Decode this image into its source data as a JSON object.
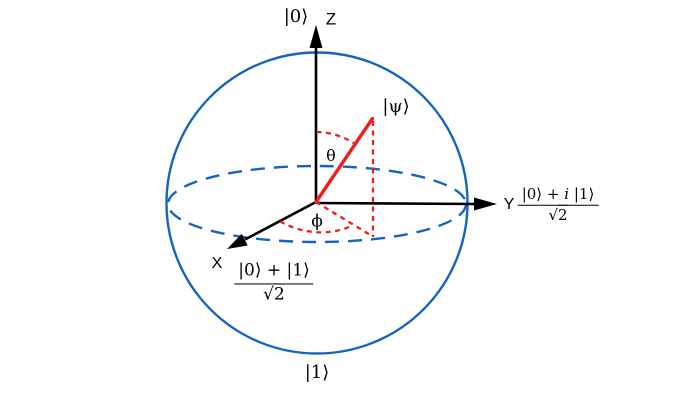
{
  "diagram": {
    "type": "bloch-sphere",
    "colors": {
      "background": "#ffffff",
      "sphere": "#1565c0",
      "vector": "#ed1f1f",
      "axis": "#000000"
    },
    "labels": {
      "ket0": "|0⟩",
      "ket1": "|1⟩",
      "psi": "|ψ⟩",
      "theta": "θ",
      "phi": "ϕ",
      "z_axis": "Z",
      "y_axis": "Y",
      "x_axis": "X",
      "x_state": {
        "num": "|0⟩ + |1⟩",
        "radical": "√",
        "den": "2"
      },
      "y_state": {
        "num_pre": "|0⟩ + ",
        "num_italic": "i",
        "num_post": " |1⟩",
        "radical": "√",
        "den": "2"
      }
    }
  }
}
